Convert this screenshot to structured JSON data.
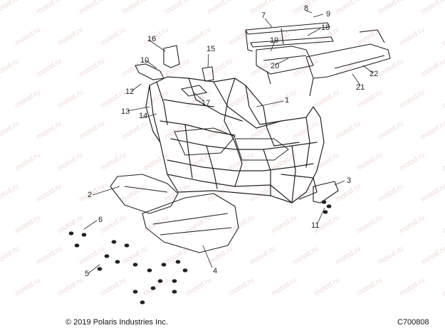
{
  "diagram": {
    "callouts": [
      "1",
      "2",
      "3",
      "4",
      "5",
      "6",
      "7",
      "8",
      "9",
      "10",
      "11",
      "12",
      "13",
      "14",
      "15",
      "16",
      "17",
      "18",
      "19",
      "20",
      "21",
      "22"
    ],
    "watermark_text": "motod.ru",
    "colors": {
      "line": "#222222",
      "watermark": "#e6b8b8",
      "background": "#ffffff"
    }
  },
  "footer": {
    "copyright": "© 2019 Polaris Industries Inc.",
    "figure_code": "C700808"
  }
}
